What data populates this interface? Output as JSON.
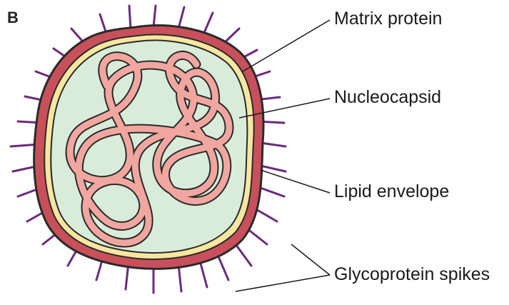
{
  "panel_letter": "B",
  "labels": {
    "matrix_protein": "Matrix protein",
    "nucleocapsid": "Nucleocapsid",
    "lipid_envelope": "Lipid envelope",
    "glycoprotein_spikes": "Glycoprotein spikes"
  },
  "colors": {
    "spike": "#6b2a7e",
    "outer_envelope": "#c8505a",
    "matrix_layer": "#f6e6a0",
    "interior": "#d9ecd9",
    "nucleocapsid_fill": "#f2a6a0",
    "outline": "#2a2a2a"
  }
}
